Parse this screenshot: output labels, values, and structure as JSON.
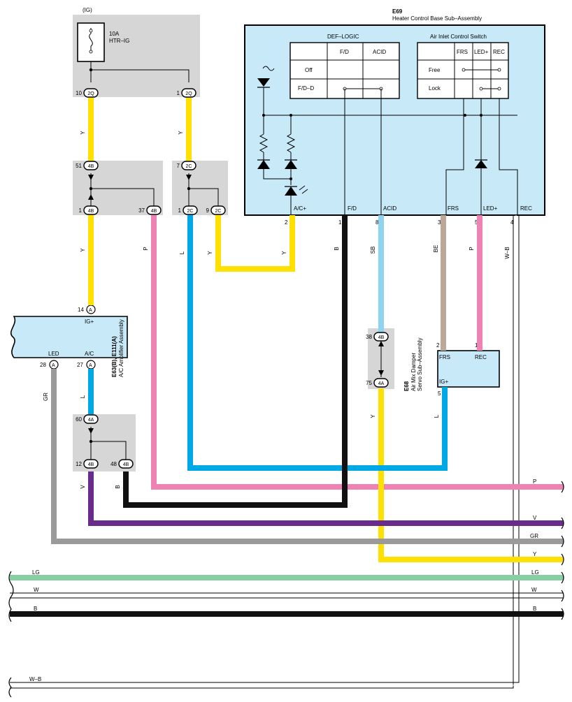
{
  "fuse": {
    "source": "(IG)",
    "rating": "10A",
    "name": "HTR–IG"
  },
  "heater_control": {
    "code": "E69",
    "name": "Heater Control Base Sub–Assembly",
    "def_logic": {
      "title": "DEF–LOGIC",
      "col1": "F/D",
      "col2": "ACID",
      "row1": "Off",
      "row2": "F/D–D"
    },
    "air_inlet": {
      "title": "Air Inlet Control Switch",
      "col1": "FRS",
      "col2": "LED+",
      "col3": "REC",
      "row1": "Free",
      "row2": "Lock"
    },
    "terminals": [
      {
        "label": "A/C+",
        "pin": "2"
      },
      {
        "label": "F/D",
        "pin": "1"
      },
      {
        "label": "ACID",
        "pin": "8"
      },
      {
        "label": "FRS",
        "pin": "3"
      },
      {
        "label": "LED+",
        "pin": "5"
      },
      {
        "label": "REC",
        "pin": "4"
      }
    ]
  },
  "amplifier": {
    "code": "E63(B), E111(A)",
    "name": "A/C Amplifier Assembly",
    "ig_label": "IG+",
    "ig_pin": "14",
    "led_label": "LED",
    "led_pin": "28",
    "ac_label": "A/C",
    "ac_pin": "27",
    "conn_a": "A"
  },
  "damper": {
    "code": "E68",
    "name1": "Air Mix Damper",
    "name2": "Servo Sub–Assembly",
    "frs": "FRS",
    "rec": "REC",
    "ig": "IG+",
    "pin_frs": "2",
    "pin_rec": "1",
    "pin_ig": "5"
  },
  "connectors": {
    "c_2q_a": {
      "pin": "10",
      "id": "2Q"
    },
    "c_2q_b": {
      "pin": "1",
      "id": "2Q"
    },
    "c_4b_51": {
      "pin": "51",
      "id": "4B"
    },
    "c_4b_1": {
      "pin": "1",
      "id": "4B"
    },
    "c_4b_37": {
      "pin": "37",
      "id": "4B"
    },
    "c_2c_7": {
      "pin": "7",
      "id": "2C"
    },
    "c_2c_1": {
      "pin": "1",
      "id": "2C"
    },
    "c_2c_9": {
      "pin": "9",
      "id": "2C"
    },
    "c_4b_38": {
      "pin": "38",
      "id": "4B"
    },
    "c_4a_75": {
      "pin": "75",
      "id": "4A"
    },
    "c_4a_60": {
      "pin": "60",
      "id": "4A"
    },
    "c_4b_12": {
      "pin": "12",
      "id": "4B"
    },
    "c_4b_48": {
      "pin": "48",
      "id": "4B"
    }
  },
  "wire_labels": {
    "y1": "Y",
    "y2": "Y",
    "y3": "Y",
    "y4": "Y",
    "y5": "Y",
    "p1": "P",
    "l1": "L",
    "l2": "L",
    "l3": "L",
    "b1": "B",
    "b2": "B",
    "sb": "SB",
    "be": "BE",
    "p2": "P",
    "wb": "W–B",
    "gr": "GR",
    "v": "V"
  },
  "bus_labels": {
    "p": "P",
    "v": "V",
    "gr": "GR",
    "y": "Y",
    "lg_left": "LG",
    "lg_right": "LG",
    "w_left": "W",
    "w_right": "W",
    "b_left": "B",
    "b_right": "B",
    "wb_left": "W–B"
  },
  "colors": {
    "yellow": "#FFE000",
    "pink": "#EE82B2",
    "blue": "#00A8E6",
    "light_blue": "#8ED4F2",
    "tan": "#BCA898",
    "purple": "#6A2C8C",
    "gray": "#9A9A9A",
    "green": "#86CFA0",
    "black": "#111111",
    "component_fill": "#C8E9F8",
    "junction_fill": "#D6D6D6"
  }
}
